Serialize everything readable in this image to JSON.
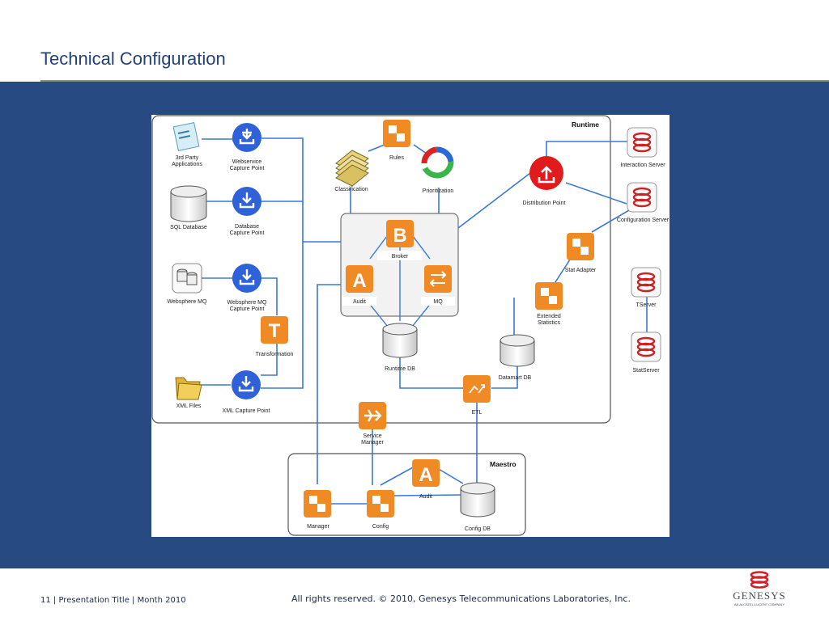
{
  "slide": {
    "title": "Technical Configuration",
    "footer_left": "11 | Presentation Title | Month 2010",
    "footer_center": "All rights reserved. © 2010, Genesys Telecommunications Laboratories, Inc.",
    "logo_text": "GENESYS",
    "logo_tagline": "AN ALCATEL-LUCENT COMPANY"
  },
  "diagram": {
    "runtime_label": "Runtime",
    "maestro_label": "Maestro",
    "nodes": {
      "third_party": [
        "3rd Party",
        "Applications"
      ],
      "webservice_cp": [
        "Webservice",
        "Capture Point"
      ],
      "sql_db": [
        "SQL Database"
      ],
      "database_cp": [
        "Database",
        "Capture Point"
      ],
      "websphere_mq": [
        "Websphere MQ"
      ],
      "websphere_cp": [
        "Websphere MQ",
        "Capture Point"
      ],
      "transformation": [
        "Transformation"
      ],
      "xml_files": [
        "XML Files"
      ],
      "xml_cp": [
        "XML Capture Point"
      ],
      "classification": [
        "Classification"
      ],
      "rules": [
        "Rules"
      ],
      "prioritization": [
        "Prioritization"
      ],
      "broker": [
        "Broker"
      ],
      "audit": [
        "Audit"
      ],
      "mq": [
        "MQ"
      ],
      "runtime_db": [
        "Runtime DB"
      ],
      "distribution_point": [
        "Distribution Point"
      ],
      "interaction_server": [
        "Interaction Server"
      ],
      "configuration_server": [
        "Configuration Server"
      ],
      "stat_adapter": [
        "Stat Adapter"
      ],
      "extended_statistics": [
        "Extended",
        "Statistics"
      ],
      "tserver": [
        "TServer"
      ],
      "statserver": [
        "StatServer"
      ],
      "datamart_db": [
        "Datamart DB"
      ],
      "etl": [
        "ETL"
      ],
      "service_manager": [
        "Service",
        "Manager"
      ],
      "maestro_audit": [
        "Audit"
      ],
      "manager": [
        "Manager"
      ],
      "config": [
        "Config"
      ],
      "config_db": [
        "Config DB"
      ]
    },
    "glyphs": {
      "broker": "B",
      "audit": "A",
      "transformation": "T",
      "maestro_audit": "A"
    },
    "colors": {
      "blue_node": "#2f62d8",
      "orange_node": "#f08a24",
      "red_node": "#e01b1b",
      "line": "#3a78d4",
      "band": "#284a82",
      "title": "#24407a"
    }
  }
}
